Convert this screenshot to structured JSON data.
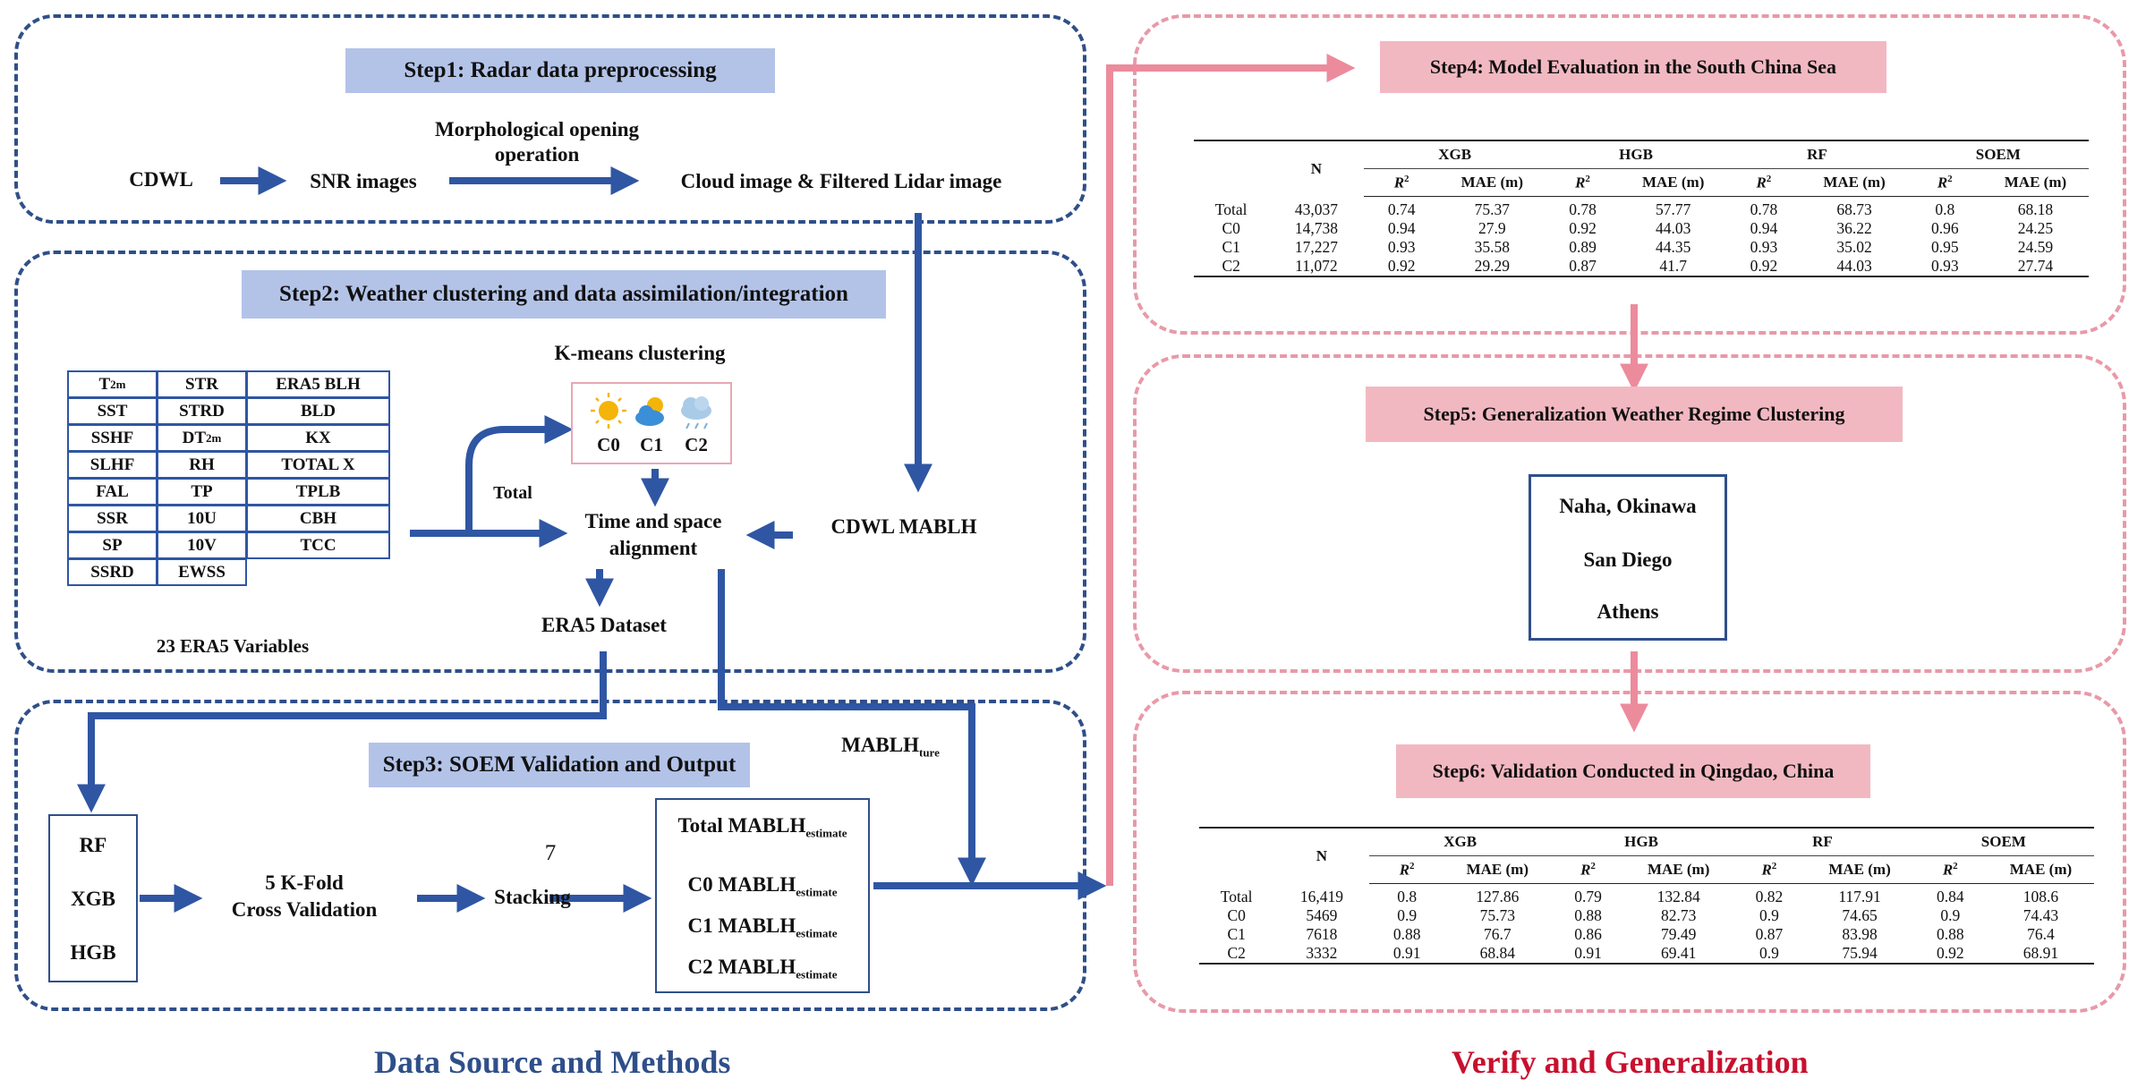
{
  "step1": {
    "title": "Step1: Radar data preprocessing",
    "cdwl": "CDWL",
    "snr": "SNR images",
    "morph_line1": "Morphological opening",
    "morph_line2": "operation",
    "cloud": "Cloud image & Filtered Lidar image"
  },
  "step2": {
    "title": "Step2: Weather clustering and data assimilation/integration",
    "kmeans": "K-means clustering",
    "clusters": [
      "C0",
      "C1",
      "C2"
    ],
    "total": "Total",
    "align_line1": "Time and space",
    "align_line2": "alignment",
    "cdwl_mablh": "CDWL MABLH",
    "era5_dataset": "ERA5 Dataset",
    "era5_vars_caption": "23 ERA5 Variables",
    "variables": [
      [
        "T",
        "2m",
        "STR",
        "",
        "ERA5 BLH",
        ""
      ],
      [
        "SST",
        "",
        "STRD",
        "",
        "BLD",
        ""
      ],
      [
        "SSHF",
        "",
        "DT",
        "2m",
        "KX",
        ""
      ],
      [
        "SLHF",
        "",
        "RH",
        "",
        "TOTAL X",
        ""
      ],
      [
        "FAL",
        "",
        "TP",
        "",
        "TPLB",
        ""
      ],
      [
        "SSR",
        "",
        "10U",
        "",
        "CBH",
        ""
      ],
      [
        "SP",
        "",
        "10V",
        "",
        "TCC",
        ""
      ],
      [
        "SSRD",
        "",
        "EWSS",
        "",
        "",
        ""
      ]
    ]
  },
  "step3": {
    "title": "Step3: SOEM Validation and Output",
    "models": [
      "RF",
      "XGB",
      "HGB"
    ],
    "kfold_line1": "5 K-Fold",
    "kfold_line2": "Cross Validation",
    "stacking": "Stacking",
    "seven": "7",
    "mablh_ture_main": "MABLH",
    "mablh_ture_sub": "ture",
    "outputs": [
      {
        "main": "Total MABLH",
        "sub": "estimate"
      },
      {
        "main": "C0 MABLH",
        "sub": "estimate"
      },
      {
        "main": "C1 MABLH",
        "sub": "estimate"
      },
      {
        "main": "C2 MABLH",
        "sub": "estimate"
      }
    ]
  },
  "step4": {
    "title": "Step4: Model Evaluation in the South China Sea",
    "table": {
      "n_header": "N",
      "groups": [
        "XGB",
        "HGB",
        "RF",
        "SOEM"
      ],
      "sub_r2": "R",
      "sub_r2_sup": "2",
      "sub_mae": "MAE (m)",
      "rows": [
        [
          "Total",
          "43,037",
          "0.74",
          "75.37",
          "0.78",
          "57.77",
          "0.78",
          "68.73",
          "0.8",
          "68.18"
        ],
        [
          "C0",
          "14,738",
          "0.94",
          "27.9",
          "0.92",
          "44.03",
          "0.94",
          "36.22",
          "0.96",
          "24.25"
        ],
        [
          "C1",
          "17,227",
          "0.93",
          "35.58",
          "0.89",
          "44.35",
          "0.93",
          "35.02",
          "0.95",
          "24.59"
        ],
        [
          "C2",
          "11,072",
          "0.92",
          "29.29",
          "0.87",
          "41.7",
          "0.92",
          "44.03",
          "0.93",
          "27.74"
        ]
      ]
    }
  },
  "step5": {
    "title": "Step5: Generalization Weather Regime Clustering",
    "cities": [
      "Naha, Okinawa",
      "San Diego",
      "Athens"
    ]
  },
  "step6": {
    "title": "Step6: Validation Conducted in Qingdao, China",
    "table": {
      "n_header": "N",
      "groups": [
        "XGB",
        "HGB",
        "RF",
        "SOEM"
      ],
      "sub_r2": "R",
      "sub_r2_sup": "2",
      "sub_mae": "MAE (m)",
      "rows": [
        [
          "Total",
          "16,419",
          "0.8",
          "127.86",
          "0.79",
          "132.84",
          "0.82",
          "117.91",
          "0.84",
          "108.6"
        ],
        [
          "C0",
          "5469",
          "0.9",
          "75.73",
          "0.88",
          "82.73",
          "0.9",
          "74.65",
          "0.9",
          "74.43"
        ],
        [
          "C1",
          "7618",
          "0.88",
          "76.7",
          "0.86",
          "79.49",
          "0.87",
          "83.98",
          "0.88",
          "76.4"
        ],
        [
          "C2",
          "3332",
          "0.91",
          "68.84",
          "0.91",
          "69.41",
          "0.9",
          "75.94",
          "0.92",
          "68.91"
        ]
      ]
    }
  },
  "footer": {
    "left": "Data Source and Methods",
    "right": "Verify and Generalization"
  },
  "colors": {
    "blue_arrow": "#2f56a3",
    "blue_border": "#2f4f8a",
    "pink_arrow": "#ec8b9c",
    "pink_border": "#e999a8",
    "blue_fill": "#b3c3e8",
    "pink_fill": "#f2b8c1",
    "footer_blue": "#2f4f8a",
    "footer_red": "#c8102e"
  }
}
